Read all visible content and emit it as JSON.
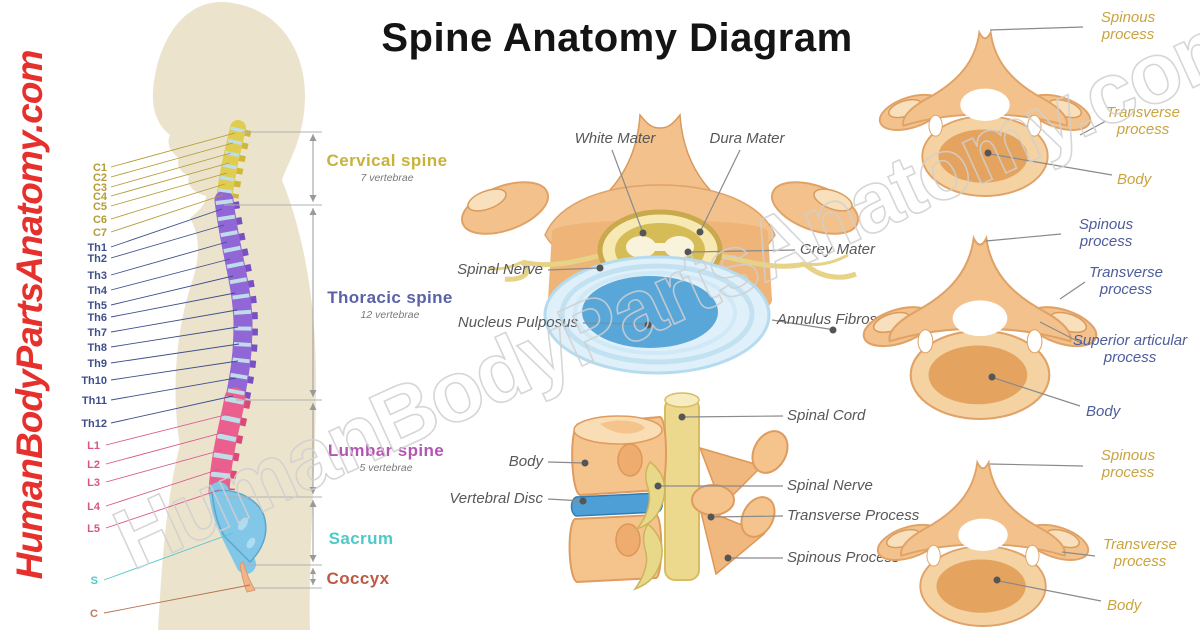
{
  "title": "Spine Anatomy Diagram",
  "branding": {
    "side_watermark": "HumanBodyPartsAnatomy.com",
    "diagonal_watermark": "HumanBodyPartsAnatomy.com"
  },
  "colors": {
    "title_text": "#141414",
    "watermark_red": "#e6302c",
    "watermark_gray": "#d0d0d0",
    "silhouette": "#ece3cd",
    "cervical": "#e0cc4f",
    "thoracic": "#9166d6",
    "lumbar": "#ea5f8e",
    "sacrum": "#82c6e8",
    "coccyx_bone": "#f2b389",
    "disc_stripe": "#bfdde8",
    "cervical_label": "#b59c36",
    "thoracic_label": "#3f4e8c",
    "lumbar_label": "#d9548a",
    "sacrum_label": "#4fc9c9",
    "coccyx_label": "#c27a5e",
    "cervical_title": "#c9b23a",
    "thoracic_title": "#5a61a8",
    "lumbar_title": "#b355b3",
    "sacrum_title": "#4fc9c9",
    "coccyx_title": "#bf5a42",
    "gray_label": "#585858",
    "gold_label": "#c9a43f",
    "slate_label": "#4e5d9b",
    "subtitle_gray": "#7a7a7a"
  },
  "spine_overview": {
    "cervical_labels": [
      "C1",
      "C2",
      "C3",
      "C4",
      "C5",
      "C6",
      "C7"
    ],
    "thoracic_labels": [
      "Th1",
      "Th2",
      "Th3",
      "Th4",
      "Th5",
      "Th6",
      "Th7",
      "Th8",
      "Th9",
      "Th10",
      "Th11",
      "Th12"
    ],
    "lumbar_labels": [
      "L1",
      "L2",
      "L3",
      "L4",
      "L5"
    ],
    "sacrum_label": "S",
    "coccyx_label": "C",
    "sections": [
      {
        "name": "Cervical spine",
        "subtitle": "7 vertebrae"
      },
      {
        "name": "Thoracic spine",
        "subtitle": "12 vertebrae"
      },
      {
        "name": "Lumbar spine",
        "subtitle": "5 vertebrae"
      },
      {
        "name": "Sacrum",
        "subtitle": ""
      },
      {
        "name": "Coccyx",
        "subtitle": ""
      }
    ]
  },
  "cross_section_labels": {
    "white_mater": "White Mater",
    "dura_mater": "Dura Mater",
    "spinal_nerve": "Spinal Nerve",
    "grey_mater": "Grey Mater",
    "nucleus_pulposus": "Nucleus Pulposus",
    "annulus_fibrosus": "Annulus Fibrosus"
  },
  "lateral_view_labels": {
    "spinal_cord": "Spinal Cord",
    "body": "Body",
    "spinal_nerve": "Spinal Nerve",
    "vertebral_disc": "Vertebral Disc",
    "transverse_process": "Transverse Process",
    "spinous_process": "Spinous Process"
  },
  "vertebra_views": {
    "top": {
      "spinous_1": "Spinous",
      "spinous_2": "process",
      "transverse_1": "Transverse",
      "transverse_2": "process",
      "body": "Body"
    },
    "middle": {
      "spinous_1": "Spinous",
      "spinous_2": "process",
      "transverse_1": "Transverse",
      "transverse_2": "process",
      "superior_1": "Superior articular",
      "superior_2": "process",
      "body": "Body"
    },
    "bottom": {
      "spinous_1": "Spinous",
      "spinous_2": "process",
      "transverse_1": "Transverse",
      "transverse_2": "process",
      "body": "Body"
    }
  }
}
